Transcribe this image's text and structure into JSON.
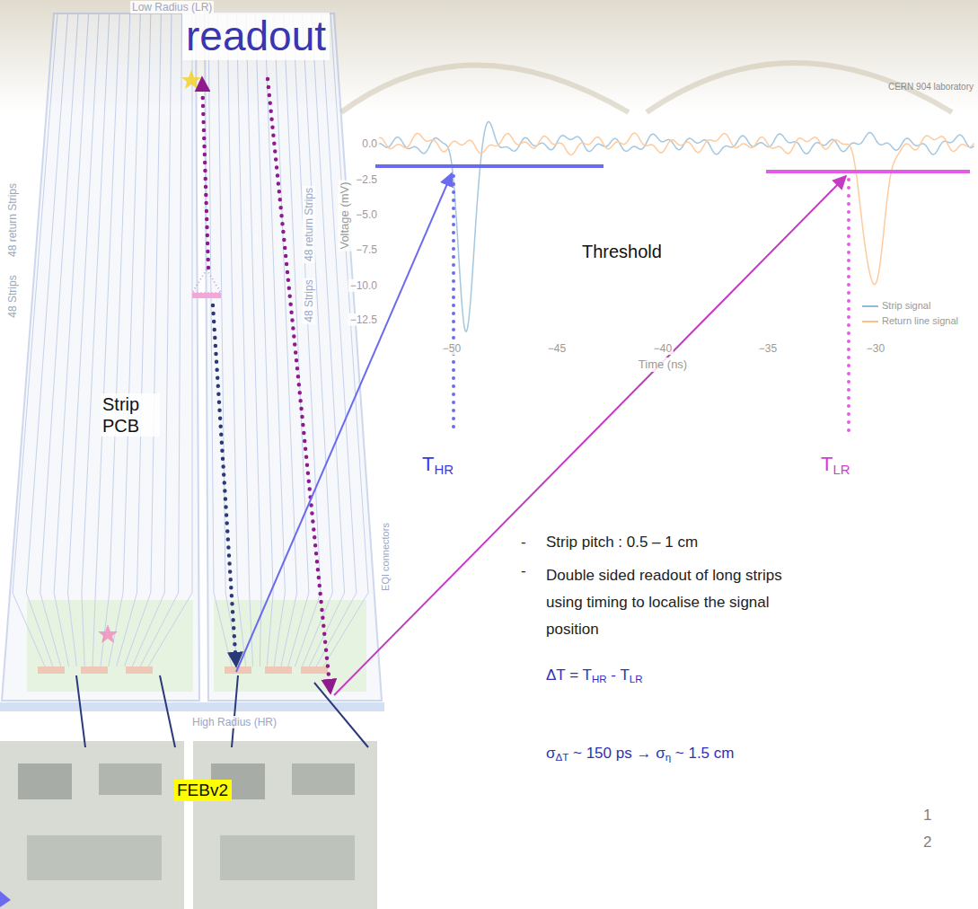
{
  "diagram": {
    "title": "readout",
    "nodes": [
      {
        "text": [
          "FEBv2"
        ]
      }
    ],
    "labels": [
      "Low Radius (LR)",
      "CERN 904 laboratory",
      "48 Strips",
      "48 return Strips",
      "48 Strips",
      "48 return Strips",
      "EQI connectors",
      "High Radius (HR)",
      "Strip PCB",
      "0.0",
      "−2.5",
      "−5.0",
      "−7.5",
      "−10.0",
      "−12.5",
      "Voltage (mV)",
      "−50",
      "−45",
      "−40",
      "−35",
      "−30",
      "Time (ns)",
      "Threshold",
      "THR",
      "TLR",
      "-",
      "Strip pitch : 0.5 – 1 cm",
      "-",
      "Double sided readout of long strips using timing to localise the signal position",
      "ΔT = THR - TLR",
      "σΔT ~ 150 ps → ση ~ 1.5 cm",
      "12"
    ],
    "legend": [
      {
        "text": "Strip signal"
      },
      {
        "text": "Return line signal"
      }
    ]
  }
}
